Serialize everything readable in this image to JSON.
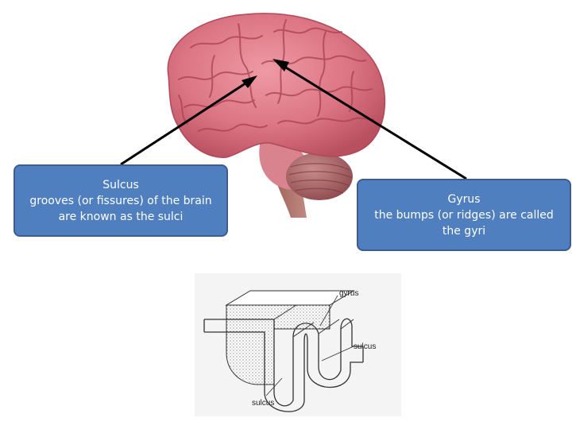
{
  "colors": {
    "callout_fill": "#4f7fbf",
    "callout_border": "#3b5d8f",
    "brain_pink": "#e07f8c",
    "arrow": "#000000"
  },
  "callouts": {
    "sulcus": {
      "title": "Sulcus",
      "line1": "grooves (or fissures) of the brain",
      "line2": "are known as the sulci"
    },
    "gyrus": {
      "title": "Gyrus",
      "line1": "the bumps (or ridges) are called",
      "line2": "the gyri"
    }
  },
  "diagram": {
    "label_gyrus": "gyrus",
    "label_sulcus_right": "sulcus",
    "label_sulcus_bottom": "sulcus"
  }
}
